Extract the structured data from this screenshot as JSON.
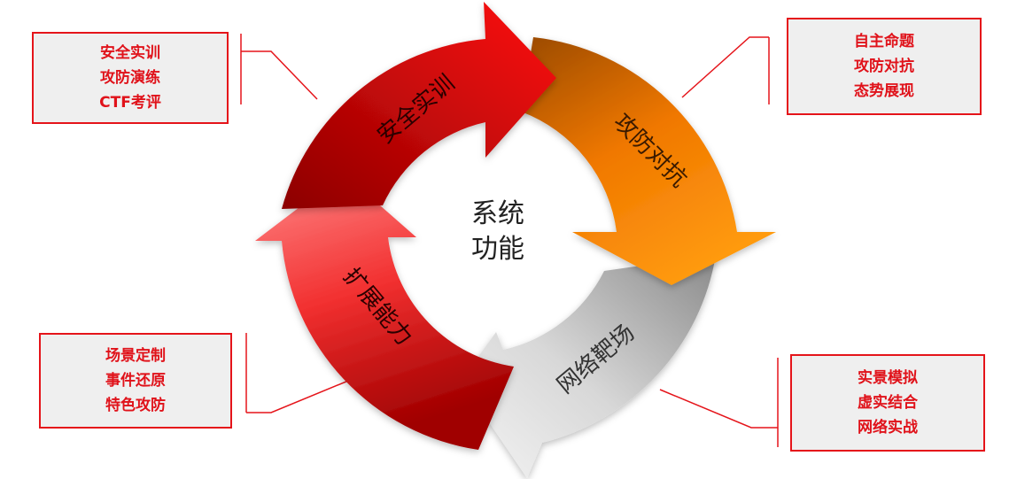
{
  "center": {
    "line1": "系统",
    "line2": "功能"
  },
  "segments": [
    {
      "label": "安全实训",
      "colors": [
        "#8c0000",
        "#ff1a1a"
      ]
    },
    {
      "label": "攻防对抗",
      "colors": [
        "#a04d00",
        "#ff8c00"
      ]
    },
    {
      "label": "网络靶场",
      "colors": [
        "#f2f2f2",
        "#9a9a9a"
      ]
    },
    {
      "label": "扩展能力",
      "colors": [
        "#ff7a7a",
        "#b00a0a"
      ]
    }
  ],
  "boxes": {
    "top_left": [
      "安全实训",
      "攻防演练",
      "CTF考评"
    ],
    "top_right": [
      "自主命题",
      "攻防对抗",
      "态势展现"
    ],
    "bottom_left": [
      "场景定制",
      "事件还原",
      "特色攻防"
    ],
    "bottom_right": [
      "实景模拟",
      "虚实结合",
      "网络实战"
    ]
  },
  "colors": {
    "accent": "#e5141a",
    "box_fill": "#efefef"
  }
}
